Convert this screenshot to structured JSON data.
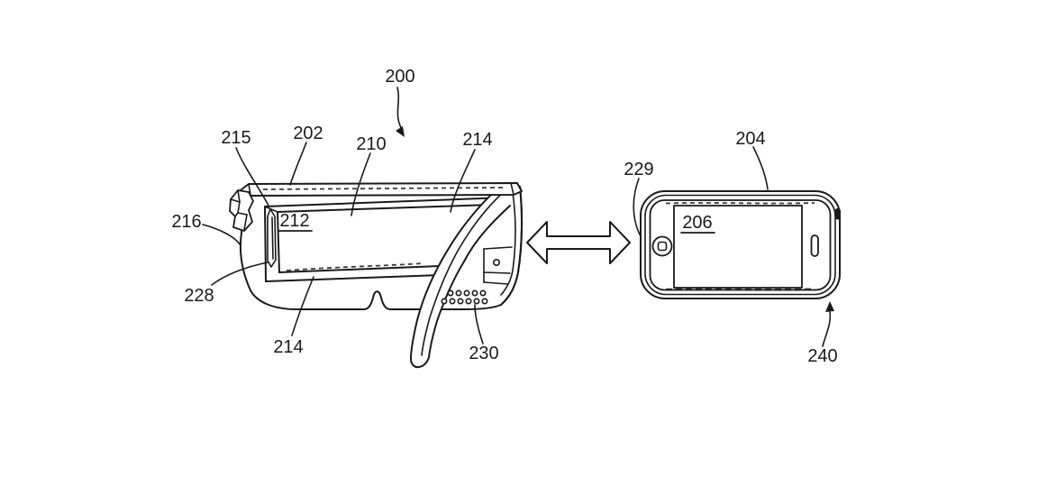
{
  "figure": {
    "background_color": "#ffffff",
    "line_color": "#1a1a1a",
    "reference_labels": {
      "l200": "200",
      "l202": "202",
      "l204": "204",
      "l206": "206",
      "l210": "210",
      "l212": "212",
      "l214_top": "214",
      "l214_bottom": "214",
      "l215": "215",
      "l216": "216",
      "l228": "228",
      "l229": "229",
      "l230": "230",
      "l240": "240"
    }
  }
}
